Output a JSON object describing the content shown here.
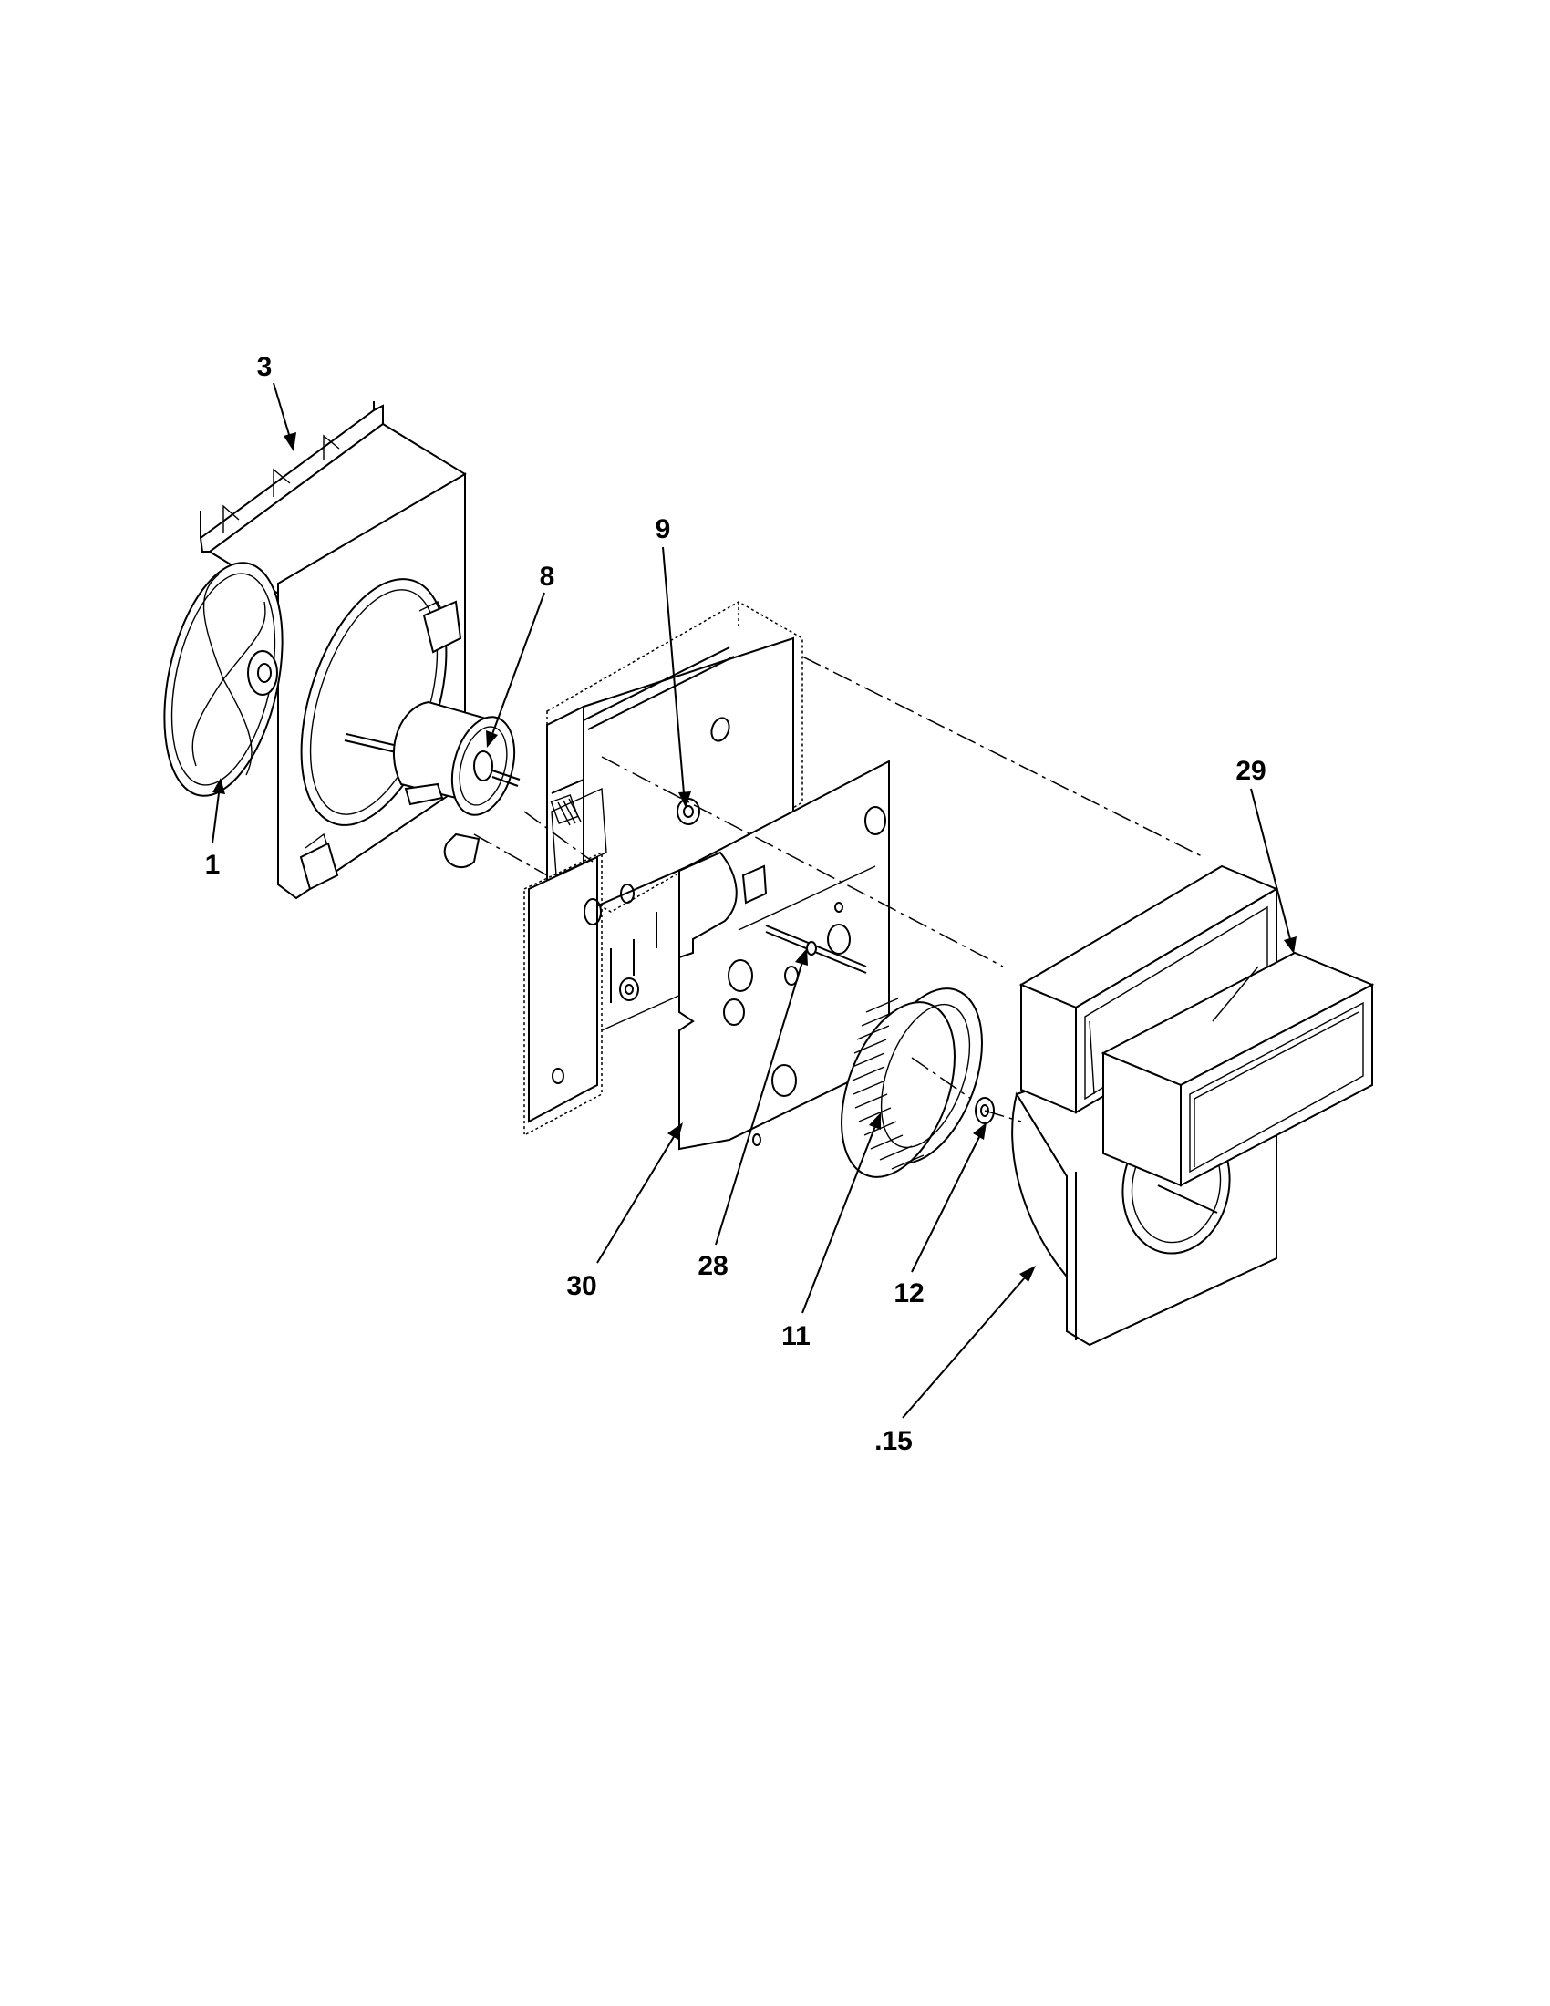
{
  "labels": {
    "part_1": "1",
    "part_3": "3",
    "part_8": "8",
    "part_9": "9",
    "part_11": "11",
    "part_12": "12",
    "part_15": ".15",
    "part_28": "28",
    "part_29": "29",
    "part_30": "30"
  },
  "colors": {
    "line": "#000000",
    "background": "#ffffff"
  }
}
